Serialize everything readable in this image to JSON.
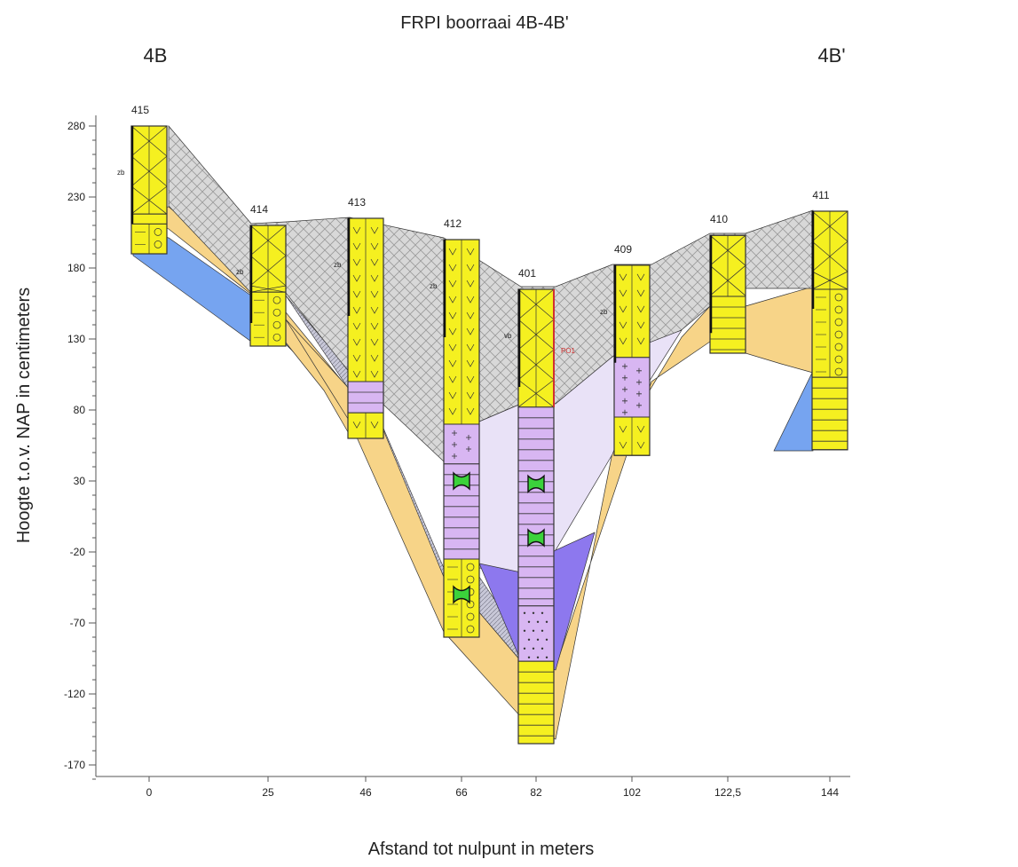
{
  "title": "FRPI boorraai 4B-4B'",
  "start_label": "4B",
  "end_label": "4B'",
  "ylabel": "Hoogte t.o.v. NAP in centimeters",
  "xlabel": "Afstand tot nulpunt in meters",
  "colors": {
    "sand": "#f5f020",
    "loam": "#f7d488",
    "peat_hatch": "#d4d4d4",
    "clay_light": "#e9e2f7",
    "clay": "#d8b6f2",
    "clay_dark": "#8d78ee",
    "gravel_blue": "#76a4f0",
    "outline": "#333333",
    "accent_red": "#d03030"
  },
  "chart_data": {
    "type": "table",
    "ylim": [
      -190,
      295
    ],
    "y_ticks": [
      280,
      230,
      180,
      130,
      80,
      30,
      -20,
      -70,
      -120,
      -170
    ],
    "x_ticks": [
      "0",
      "25",
      "46",
      "66",
      "82",
      "102",
      "122,5",
      "144"
    ],
    "boreholes": [
      {
        "id": "415",
        "x": 0,
        "top": 280,
        "bottom": 190,
        "tag": "zb",
        "marker": "",
        "layers": [
          {
            "from": 280,
            "to": 218,
            "fill": "sand",
            "pattern": "cross"
          },
          {
            "from": 218,
            "to": 211,
            "fill": "sand",
            "pattern": "hline"
          },
          {
            "from": 211,
            "to": 190,
            "fill": "sand",
            "pattern": "circle"
          }
        ]
      },
      {
        "id": "414",
        "x": 25,
        "top": 210,
        "bottom": 125,
        "tag": "zb",
        "marker": "",
        "layers": [
          {
            "from": 210,
            "to": 163,
            "fill": "sand",
            "pattern": "cross"
          },
          {
            "from": 163,
            "to": 125,
            "fill": "sand",
            "pattern": "circle"
          }
        ]
      },
      {
        "id": "413",
        "x": 46,
        "top": 215,
        "bottom": 60,
        "tag": "zb",
        "marker": "",
        "layers": [
          {
            "from": 215,
            "to": 100,
            "fill": "sand",
            "pattern": "vee"
          },
          {
            "from": 100,
            "to": 78,
            "fill": "clay",
            "pattern": "hline"
          },
          {
            "from": 78,
            "to": 60,
            "fill": "sand",
            "pattern": "vee"
          }
        ]
      },
      {
        "id": "412",
        "x": 66,
        "top": 200,
        "bottom": -80,
        "tag": "zb",
        "marker": "cross",
        "layers": [
          {
            "from": 200,
            "to": 70,
            "fill": "sand",
            "pattern": "vee"
          },
          {
            "from": 70,
            "to": 42,
            "fill": "clay",
            "pattern": "plus"
          },
          {
            "from": 42,
            "to": -25,
            "fill": "clay",
            "pattern": "hline"
          },
          {
            "from": -25,
            "to": -80,
            "fill": "sand",
            "pattern": "circle"
          }
        ]
      },
      {
        "id": "401",
        "x": 82,
        "top": 165,
        "bottom": -155,
        "tag": "vb",
        "marker": "PO1",
        "layers": [
          {
            "from": 165,
            "to": 82,
            "fill": "sand",
            "pattern": "cross"
          },
          {
            "from": 82,
            "to": -58,
            "fill": "clay",
            "pattern": "hline"
          },
          {
            "from": -58,
            "to": -97,
            "fill": "clay",
            "pattern": "dots"
          },
          {
            "from": -97,
            "to": -155,
            "fill": "sand",
            "pattern": "hline"
          }
        ]
      },
      {
        "id": "409",
        "x": 102,
        "top": 182,
        "bottom": 48,
        "tag": "zb",
        "marker": "",
        "layers": [
          {
            "from": 182,
            "to": 117,
            "fill": "sand",
            "pattern": "vee"
          },
          {
            "from": 117,
            "to": 75,
            "fill": "clay",
            "pattern": "plus"
          },
          {
            "from": 75,
            "to": 48,
            "fill": "sand",
            "pattern": "vee"
          }
        ]
      },
      {
        "id": "410",
        "x": 122.5,
        "top": 203,
        "bottom": 120,
        "tag": "",
        "marker": "",
        "layers": [
          {
            "from": 203,
            "to": 160,
            "fill": "sand",
            "pattern": "cross"
          },
          {
            "from": 160,
            "to": 120,
            "fill": "sand",
            "pattern": "hline"
          }
        ]
      },
      {
        "id": "411",
        "x": 144,
        "top": 220,
        "bottom": 52,
        "tag": "",
        "marker": "",
        "layers": [
          {
            "from": 220,
            "to": 165,
            "fill": "sand",
            "pattern": "cross"
          },
          {
            "from": 165,
            "to": 103,
            "fill": "sand",
            "pattern": "circle"
          },
          {
            "from": 103,
            "to": 52,
            "fill": "sand",
            "pattern": "hline"
          }
        ]
      }
    ]
  }
}
